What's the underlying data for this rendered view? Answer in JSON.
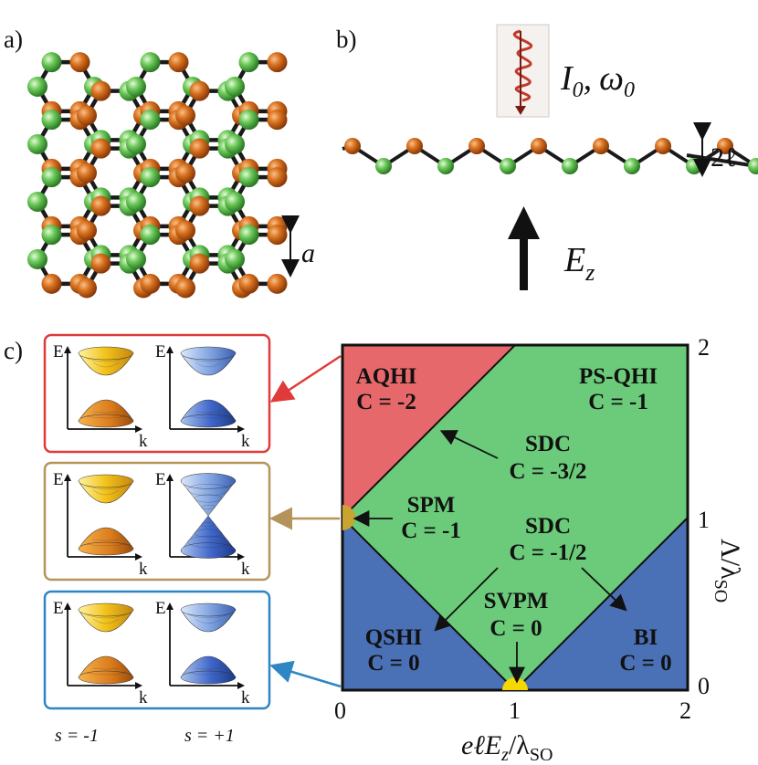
{
  "panels": {
    "a": "a)",
    "b": "b)",
    "c": "c)"
  },
  "lattice": {
    "spacing_label": "a"
  },
  "laser": {
    "intensity": "I",
    "intensity_sub": "0",
    "freq": "ω",
    "freq_sub": "0",
    "sep": ","
  },
  "buckling": {
    "label": "2ℓ"
  },
  "efield": {
    "label": "E",
    "sub": "z"
  },
  "phase_diagram": {
    "regions": [
      {
        "id": "aqhi",
        "name": "AQHI",
        "chern": "C = -2",
        "color": "#e7686a"
      },
      {
        "id": "psqhi",
        "name": "PS-QHI",
        "chern": "C = -1",
        "color": "#6bcb7a"
      },
      {
        "id": "sdc1",
        "name": "SDC",
        "chern": "C = -3/2",
        "color": "#6bcb7a"
      },
      {
        "id": "spm",
        "name": "SPM",
        "chern": "C = -1",
        "color": "#6bcb7a"
      },
      {
        "id": "sdc2",
        "name": "SDC",
        "chern": "C = -1/2",
        "color": "#6bcb7a"
      },
      {
        "id": "svpm",
        "name": "SVPM",
        "chern": "C = 0",
        "color": "#6bcb7a"
      },
      {
        "id": "qshi",
        "name": "QSHI",
        "chern": "C = 0",
        "color": "#4a70b5"
      },
      {
        "id": "bi",
        "name": "BI",
        "chern": "C = 0",
        "color": "#4a70b5"
      }
    ],
    "x_ticks": [
      "0",
      "1",
      "2"
    ],
    "y_ticks": [
      "0",
      "1",
      "2"
    ],
    "xlabel": {
      "pre": "eℓE",
      "sub1": "z",
      "mid": "/λ",
      "sub2": "SO"
    },
    "ylabel": {
      "main": "Λ/λ",
      "sub": "SO"
    }
  },
  "bands": {
    "axis_e": "E",
    "axis_k": "k",
    "spin_minus": "s = -1",
    "spin_plus": "s = +1",
    "boxes": [
      {
        "id": "red",
        "color": "#e03a3a"
      },
      {
        "id": "gold",
        "color": "#b4945a"
      },
      {
        "id": "blue",
        "color": "#2f86c4"
      }
    ]
  },
  "colors": {
    "orange_atom": "#d2691e",
    "green_atom": "#5cc24a",
    "yellow_marker": "#f5d800",
    "gold_marker": "#c9a430"
  }
}
